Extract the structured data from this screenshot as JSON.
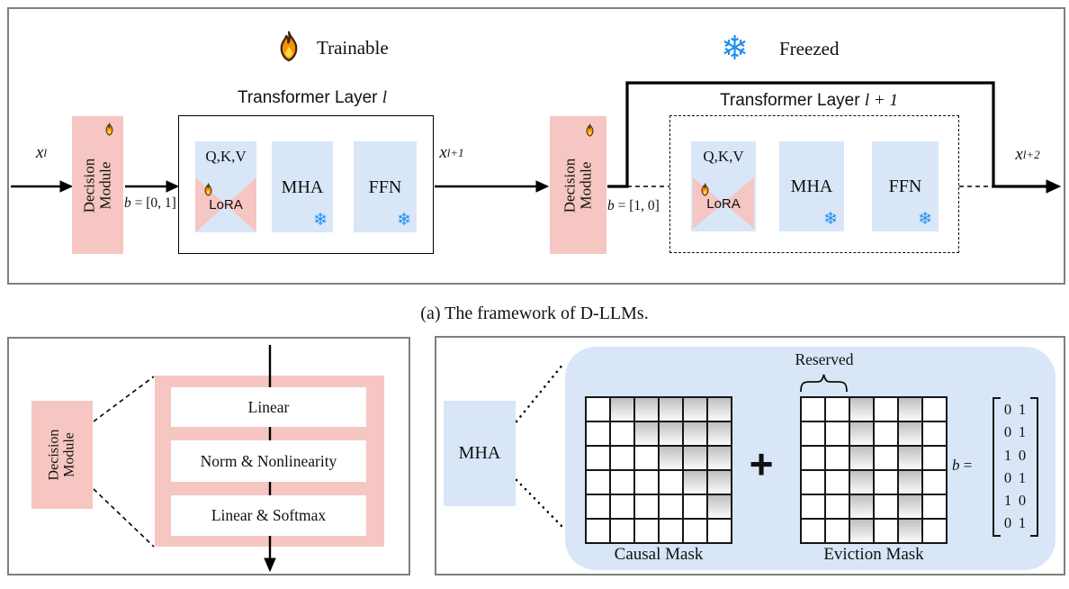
{
  "icons": {
    "snowflake": "❄"
  },
  "legend": {
    "trainable_label": "Trainable",
    "freezed_label": "Freezed"
  },
  "panel_a": {
    "layer1": {
      "title_prefix": "Transformer Layer",
      "title_math": "l"
    },
    "layer2": {
      "title_prefix": "Transformer Layer",
      "title_math": "l + 1"
    },
    "decision_module": {
      "line1": "Decision",
      "line2": "Module"
    },
    "labels": {
      "qkv": "Q,K,V",
      "lora": "LoRA",
      "mha": "MHA",
      "ffn": "FFN"
    },
    "x_in": {
      "base": "x",
      "sub": "l"
    },
    "x_mid": {
      "base": "x",
      "sub": "l+1"
    },
    "x_out": {
      "base": "x",
      "sub": "l+2"
    },
    "b1": {
      "var": "b",
      "rest": " = [0, 1]"
    },
    "b2": {
      "var": "b",
      "rest": " = [1, 0]"
    }
  },
  "caption_a": "(a) The framework of D-LLMs.",
  "panel_b": {
    "decision_module": {
      "line1": "Decision",
      "line2": "Module"
    },
    "rows": [
      "Linear",
      "Norm & Nonlinearity",
      "Linear & Softmax"
    ]
  },
  "panel_c": {
    "mha_label": "MHA",
    "reserved_label": "Reserved",
    "plus": "+",
    "causal_label": "Causal Mask",
    "eviction_label": "Eviction Mask",
    "b_prefix": {
      "var": "b",
      "rest": " ="
    },
    "causal_mask": [
      [
        0,
        1,
        1,
        1,
        1,
        1
      ],
      [
        0,
        0,
        1,
        1,
        1,
        1
      ],
      [
        0,
        0,
        0,
        1,
        1,
        1
      ],
      [
        0,
        0,
        0,
        0,
        1,
        1
      ],
      [
        0,
        0,
        0,
        0,
        0,
        1
      ],
      [
        0,
        0,
        0,
        0,
        0,
        0
      ]
    ],
    "eviction_mask": [
      [
        0,
        0,
        1,
        0,
        1,
        0
      ],
      [
        0,
        0,
        1,
        0,
        1,
        0
      ],
      [
        0,
        0,
        1,
        0,
        1,
        0
      ],
      [
        0,
        0,
        1,
        0,
        1,
        0
      ],
      [
        0,
        0,
        1,
        0,
        1,
        0
      ],
      [
        0,
        0,
        1,
        0,
        1,
        0
      ]
    ],
    "b_matrix": [
      [
        0,
        1
      ],
      [
        0,
        1
      ],
      [
        1,
        0
      ],
      [
        0,
        1
      ],
      [
        1,
        0
      ],
      [
        0,
        1
      ]
    ]
  }
}
